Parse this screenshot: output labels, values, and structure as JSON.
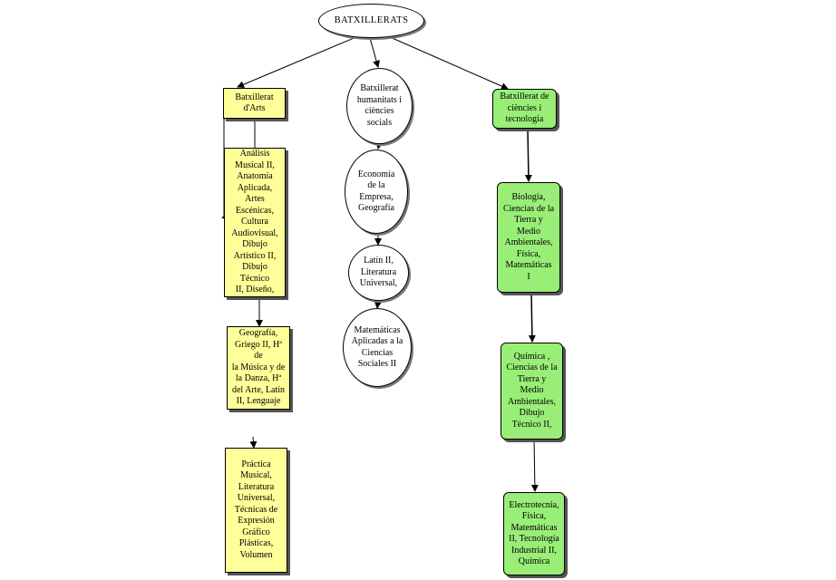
{
  "diagram": {
    "root": "BATXILLERATS",
    "arts": {
      "title": "Batxillerat\nd'Arts",
      "box1": "Análisis\nMusical II,\nAnatomía\nAplicada, Artes\nEscénicas,\nCultura\nAudiovisual,\nDibujo\nArtístico II,\nDibujo Técnico\nII, Diseño,",
      "box2": "Geografía,\nGriego II, Hª de\nla Música y de\nla Danza, Hª\ndel Arte, Latín\nII, Lenguaje",
      "box3": "Práctica\nMusical,\nLiteratura\nUniversal,\nTécnicas de\nExpresión\nGráfico\nPlásticas,\nVolumen"
    },
    "humanitats": {
      "title": "Batxillerat\nhumanitats i\nciències\nsocials",
      "ell1": "Economía\nde la\nEmpresa,\nGeografía",
      "ell2": "Latín II,\nLiteratura\nUniversal,",
      "ell3": "Matemáticas\nAplicadas a la\nCiencias\nSociales II"
    },
    "ciencies": {
      "title": "Batxillerat de\nciències i\ntecnologia",
      "box1": "Biología,\nCiencias de la\nTierra y\nMedio\nAmbientales,\nFísica,\nMatemáticas\nI",
      "box2": "Química ,\nCiencias de la\nTierra y\nMedio\nAmbientales,\nDibujo\nTécnico II,",
      "box3": "Electrotecnia,\nFísica,\nMatemáticas\nII, Tecnología\nIndustrial II,\nQuímica"
    }
  }
}
